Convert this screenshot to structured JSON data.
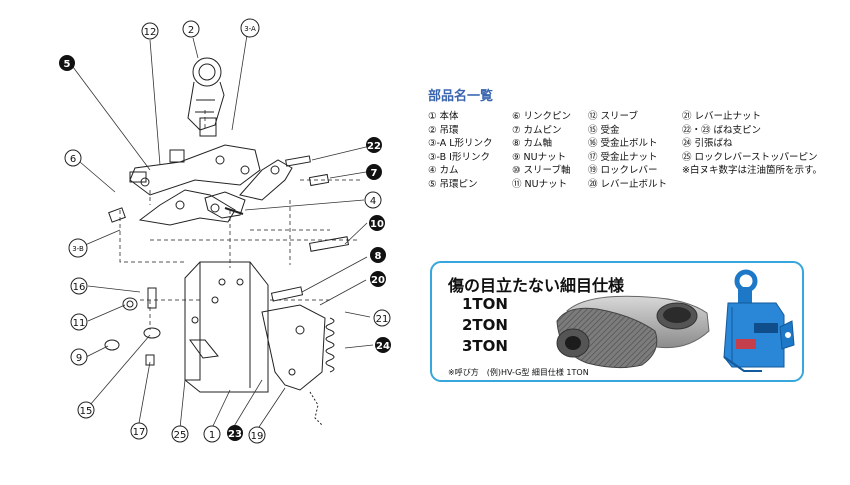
{
  "callouts": [
    {
      "id": "c-12",
      "label": "12",
      "filled": false
    },
    {
      "id": "c-2",
      "label": "2",
      "filled": false
    },
    {
      "id": "c-3a",
      "label": "3-A",
      "filled": false
    },
    {
      "id": "c-5",
      "label": "5",
      "filled": true
    },
    {
      "id": "c-6",
      "label": "6",
      "filled": false
    },
    {
      "id": "c-22",
      "label": "22",
      "filled": true
    },
    {
      "id": "c-7",
      "label": "7",
      "filled": true
    },
    {
      "id": "c-4",
      "label": "4",
      "filled": false
    },
    {
      "id": "c-3b",
      "label": "3-B",
      "filled": false
    },
    {
      "id": "c-10",
      "label": "10",
      "filled": true
    },
    {
      "id": "c-8",
      "label": "8",
      "filled": true
    },
    {
      "id": "c-16",
      "label": "16",
      "filled": false
    },
    {
      "id": "c-20",
      "label": "20",
      "filled": true
    },
    {
      "id": "c-11",
      "label": "11",
      "filled": false
    },
    {
      "id": "c-21",
      "label": "21",
      "filled": false
    },
    {
      "id": "c-9",
      "label": "9",
      "filled": false
    },
    {
      "id": "c-24",
      "label": "24",
      "filled": true
    },
    {
      "id": "c-15",
      "label": "15",
      "filled": false
    },
    {
      "id": "c-17",
      "label": "17",
      "filled": false
    },
    {
      "id": "c-25",
      "label": "25",
      "filled": false
    },
    {
      "id": "c-1",
      "label": "1",
      "filled": false
    },
    {
      "id": "c-23",
      "label": "23",
      "filled": true
    },
    {
      "id": "c-19",
      "label": "19",
      "filled": false
    }
  ],
  "parts_list": {
    "title": "部品名一覧",
    "columns": [
      [
        "① 本体",
        "② 吊環",
        "③-A L形リンク",
        "③-B I形リンク",
        "④ カム",
        "⑤ 吊環ピン"
      ],
      [
        "⑥ リンクピン",
        "⑦ カムピン",
        "⑧ カム軸",
        "⑨ NUナット",
        "⑩ スリーブ軸",
        "⑪ NUナット"
      ],
      [
        "⑫ スリーブ",
        "⑮ 受金",
        "⑯ 受金止ボルト",
        "⑰ 受金止ナット",
        "⑲ ロックレバー",
        "⑳ レバー止ボルト"
      ],
      [
        "㉑ レバー止ナット",
        "㉒・㉓ ばね支ピン",
        "㉔ 引張ばね",
        "㉕ ロックレバーストッパーピン",
        "※白ヌキ数字は注油箇所を示す。"
      ]
    ]
  },
  "spec_box": {
    "title": "傷の目立たない細目仕様",
    "capacities": [
      "1TON",
      "2TON",
      "3TON"
    ],
    "note": "※呼び方　(例)HV-G型 細目仕様 1TON"
  },
  "colors": {
    "heading_blue": "#3a66b0",
    "frame_cyan": "#36a6dc",
    "clamp_blue": "#1e78c8",
    "gear_gray": "#8a8a8a"
  }
}
